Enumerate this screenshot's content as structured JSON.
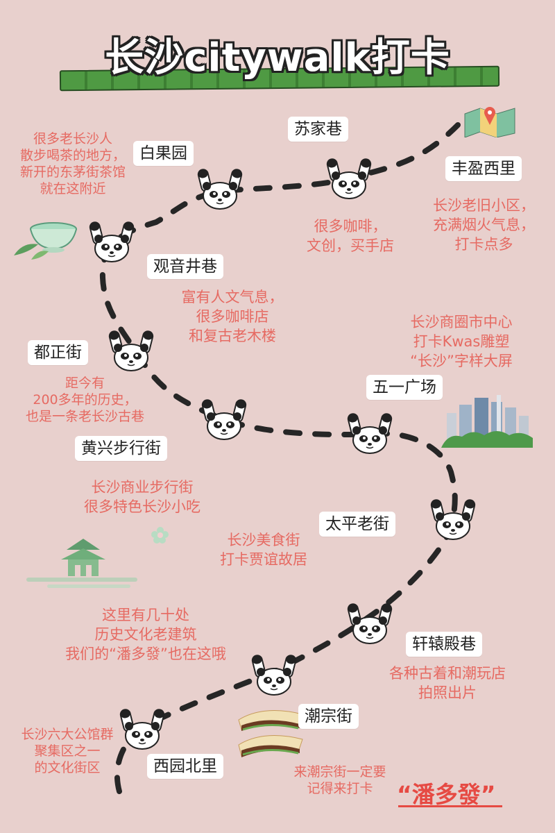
{
  "title": "长沙citywalk打卡",
  "colors": {
    "background": "#e8d0cd",
    "accent_text": "#e66a62",
    "highlight": "#e64a43",
    "title_bar": "#4f9a43"
  },
  "stops": [
    {
      "id": "baiguoyuan",
      "name": "白果园",
      "desc": "很多老长沙人\n散步喝茶的地方，\n新开的东茅街茶馆\n就在这附近"
    },
    {
      "id": "sujiaxiang",
      "name": "苏家巷",
      "desc": "很多咖啡，\n文创，买手店"
    },
    {
      "id": "fengyingxili",
      "name": "丰盈西里",
      "desc": "长沙老旧小区，\n充满烟火气息，\n打卡点多"
    },
    {
      "id": "guanyinjingxiang",
      "name": "观音井巷",
      "desc": "富有人文气息，\n很多咖啡店\n和复古老木楼"
    },
    {
      "id": "duzhengjie",
      "name": "都正街",
      "desc": "距今有\n200多年的历史，\n也是一条老长沙古巷"
    },
    {
      "id": "wuyiguangchang",
      "name": "五一广场",
      "desc": "长沙商圈市中心\n打卡Kwas雕塑\n“长沙”字样大屏"
    },
    {
      "id": "huangxingbuxingjie",
      "name": "黄兴步行街",
      "desc": "长沙商业步行街\n很多特色长沙小吃"
    },
    {
      "id": "taipinglaojie",
      "name": "太平老街",
      "desc": "长沙美食街\n打卡贾谊故居"
    },
    {
      "id": "xuanyuandianxiang",
      "name": "轩辕殿巷",
      "desc": "各种古着和潮玩店\n拍照出片"
    },
    {
      "id": "chaozongjie",
      "name": "潮宗街",
      "desc": "来潮宗街一定要\n记得来打卡",
      "note": "这里有几十处\n历史文化老建筑\n我们的“潘多發”也在这哦"
    },
    {
      "id": "xiyuanbeili",
      "name": "西园北里",
      "desc": "长沙六大公馆群\n聚集区之一\n的文化街区"
    }
  ],
  "highlight_text": "“潘多發”",
  "icons": [
    "map-pin-icon",
    "tea-cup-icon",
    "city-buildings-icon",
    "pavilion-icon",
    "flower-icon",
    "sandwich-icon",
    "panda-icon"
  ]
}
